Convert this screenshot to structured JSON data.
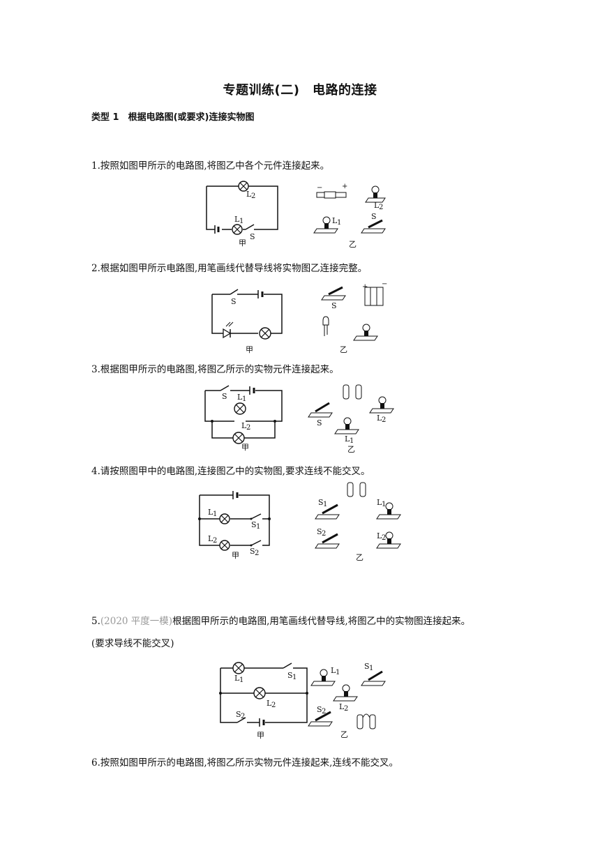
{
  "title": "专题训练(二)　电路的连接",
  "section": "类型 1　根据电路图(或要求)连接实物图",
  "questions": [
    {
      "num": "1.",
      "text": "按照如图甲所示的电路图,将图乙中各个元件连接起来。"
    },
    {
      "num": "2.",
      "text": "根据如图甲所示电路图,用笔画线代替导线将实物图乙连接完整。"
    },
    {
      "num": "3.",
      "text": "根据图甲所示的电路图,将图乙所示的实物元件连接起来。"
    },
    {
      "num": "4.",
      "text": "请按照图甲中的电路图,连接图乙中的实物图,要求连线不能交叉。"
    },
    {
      "num": "5.",
      "source": "(2020 平度一模)",
      "text": "根据图甲所示的电路图,用笔画线代替导线,将图乙中的实物图连接起来。",
      "text2": "(要求导线不能交叉)"
    },
    {
      "num": "6.",
      "text": "按照如图甲所示的电路图,将图乙所示实物元件连接起来,连线不能交叉。"
    }
  ],
  "figure_labels": {
    "jia": "甲",
    "yi": "乙",
    "S": "S",
    "S1": "S",
    "S2": "S",
    "L": "L",
    "sub1": "1",
    "sub2": "2",
    "plus": "+",
    "minus": "−"
  }
}
